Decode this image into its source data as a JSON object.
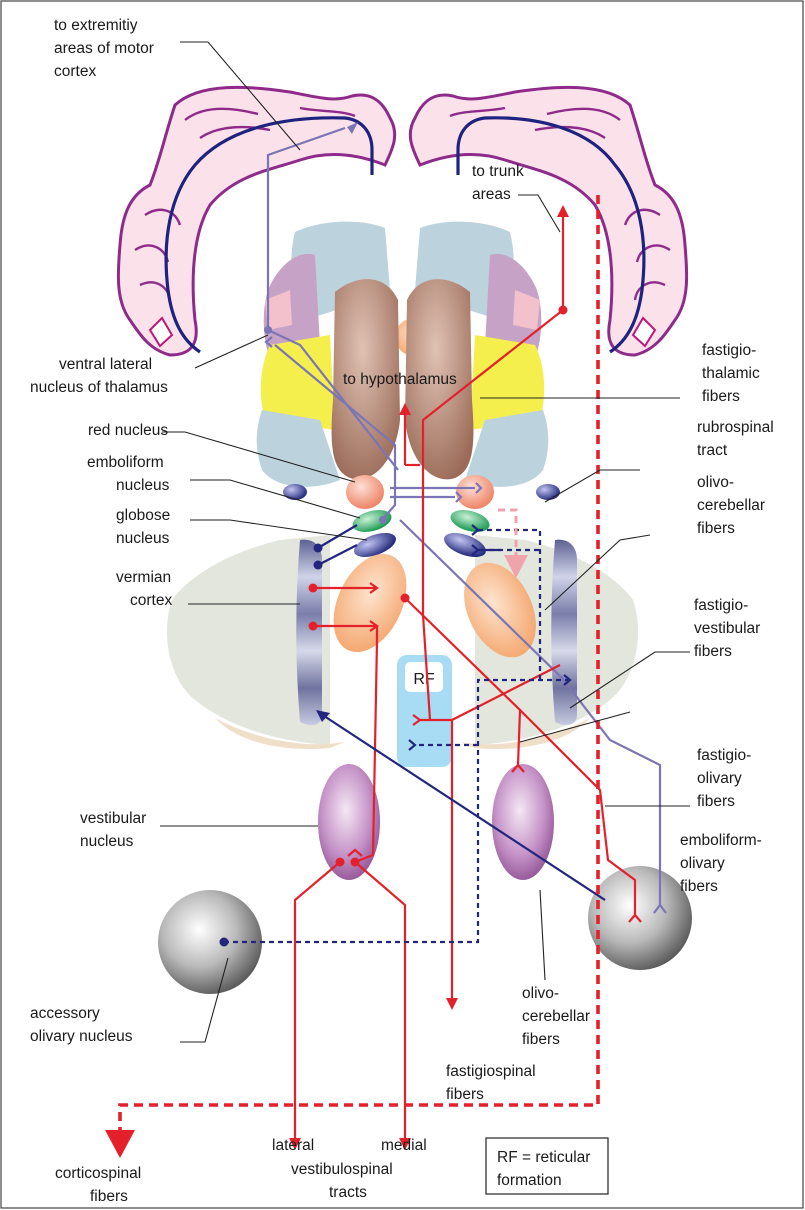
{
  "colors": {
    "red_tract": "#e4202a",
    "lavender_tract": "#7b75b5",
    "navy_tract": "#23267e",
    "cortex_outline": "#8e2b8a",
    "cortex_fill": "#f6c9d6",
    "cortex_line": "#1f2380",
    "thalamus_brown": "#a87a68",
    "thalamus_blue": "#bcd3dd",
    "thalamus_purple": "#a98eb4",
    "thalamus_yellow": "#f5ef4e",
    "cerebellum_grey": "#e3e6dc",
    "nucleus_orange": "#f7b98a",
    "rf_box": "#a7dcf4",
    "olive_grey": "#9a9a9a"
  },
  "labels": {
    "extremity_areas": [
      "to extremitiy",
      "areas of motor",
      "cortex"
    ],
    "trunk_areas": [
      "to trunk",
      "areas"
    ],
    "ventral_lateral_nucleus": [
      "ventral lateral",
      "nucleus of thalamus"
    ],
    "to_hypothalamus": "to hypothalamus",
    "fastigio_thalamic": [
      "fastigio-",
      "thalamic",
      "fibers"
    ],
    "red_nucleus": "red nucleus",
    "rubrospinal_tract": [
      "rubrospinal",
      "tract"
    ],
    "emboliform_nucleus": [
      "emboliform",
      "nucleus"
    ],
    "olivocerebellar_fibers_top": [
      "olivo-",
      "cerebellar",
      "fibers"
    ],
    "globose_nucleus": [
      "globose",
      "nucleus"
    ],
    "vermian_cortex": [
      "vermian",
      "cortex"
    ],
    "fastigio_vestibular": [
      "fastigio-",
      "vestibular",
      "fibers"
    ],
    "rf": "RF",
    "fastigio_olivary": [
      "fastigio-",
      "olivary",
      "fibers"
    ],
    "vestibular_nucleus": [
      "vestibular",
      "nucleus"
    ],
    "emboliform_olivary": [
      "emboliform-",
      "olivary",
      "fibers"
    ],
    "accessory_olivary_nucleus": [
      "accessory",
      "olivary nucleus"
    ],
    "olivocerebellar_fibers_bottom": [
      "olivo-",
      "cerebellar",
      "fibers"
    ],
    "fastigiospinal_fibers": [
      "fastigiospinal",
      "fibers"
    ],
    "corticospinal_fibers": [
      "corticospinal",
      "fibers"
    ],
    "lateral": "lateral",
    "medial": "medial",
    "vestibulospinal_tracts": [
      "vestibulospinal",
      "tracts"
    ],
    "legend_rf": [
      "RF =  reticular",
      "formation"
    ]
  }
}
